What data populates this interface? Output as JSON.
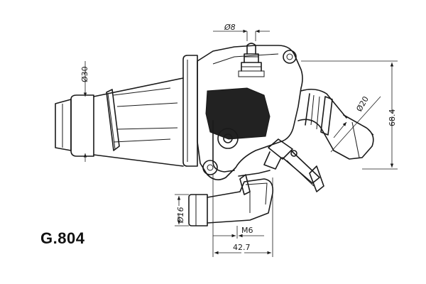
{
  "part_number": "G.804",
  "dimensions": {
    "inlet_diameter": "Ø30",
    "sensor_diameter": "Ø8",
    "outlet_diameter": "Ø20",
    "small_outlet_diameter": "Ø16",
    "height": "68.4",
    "thread": "M6",
    "offset": "42.7"
  }
}
